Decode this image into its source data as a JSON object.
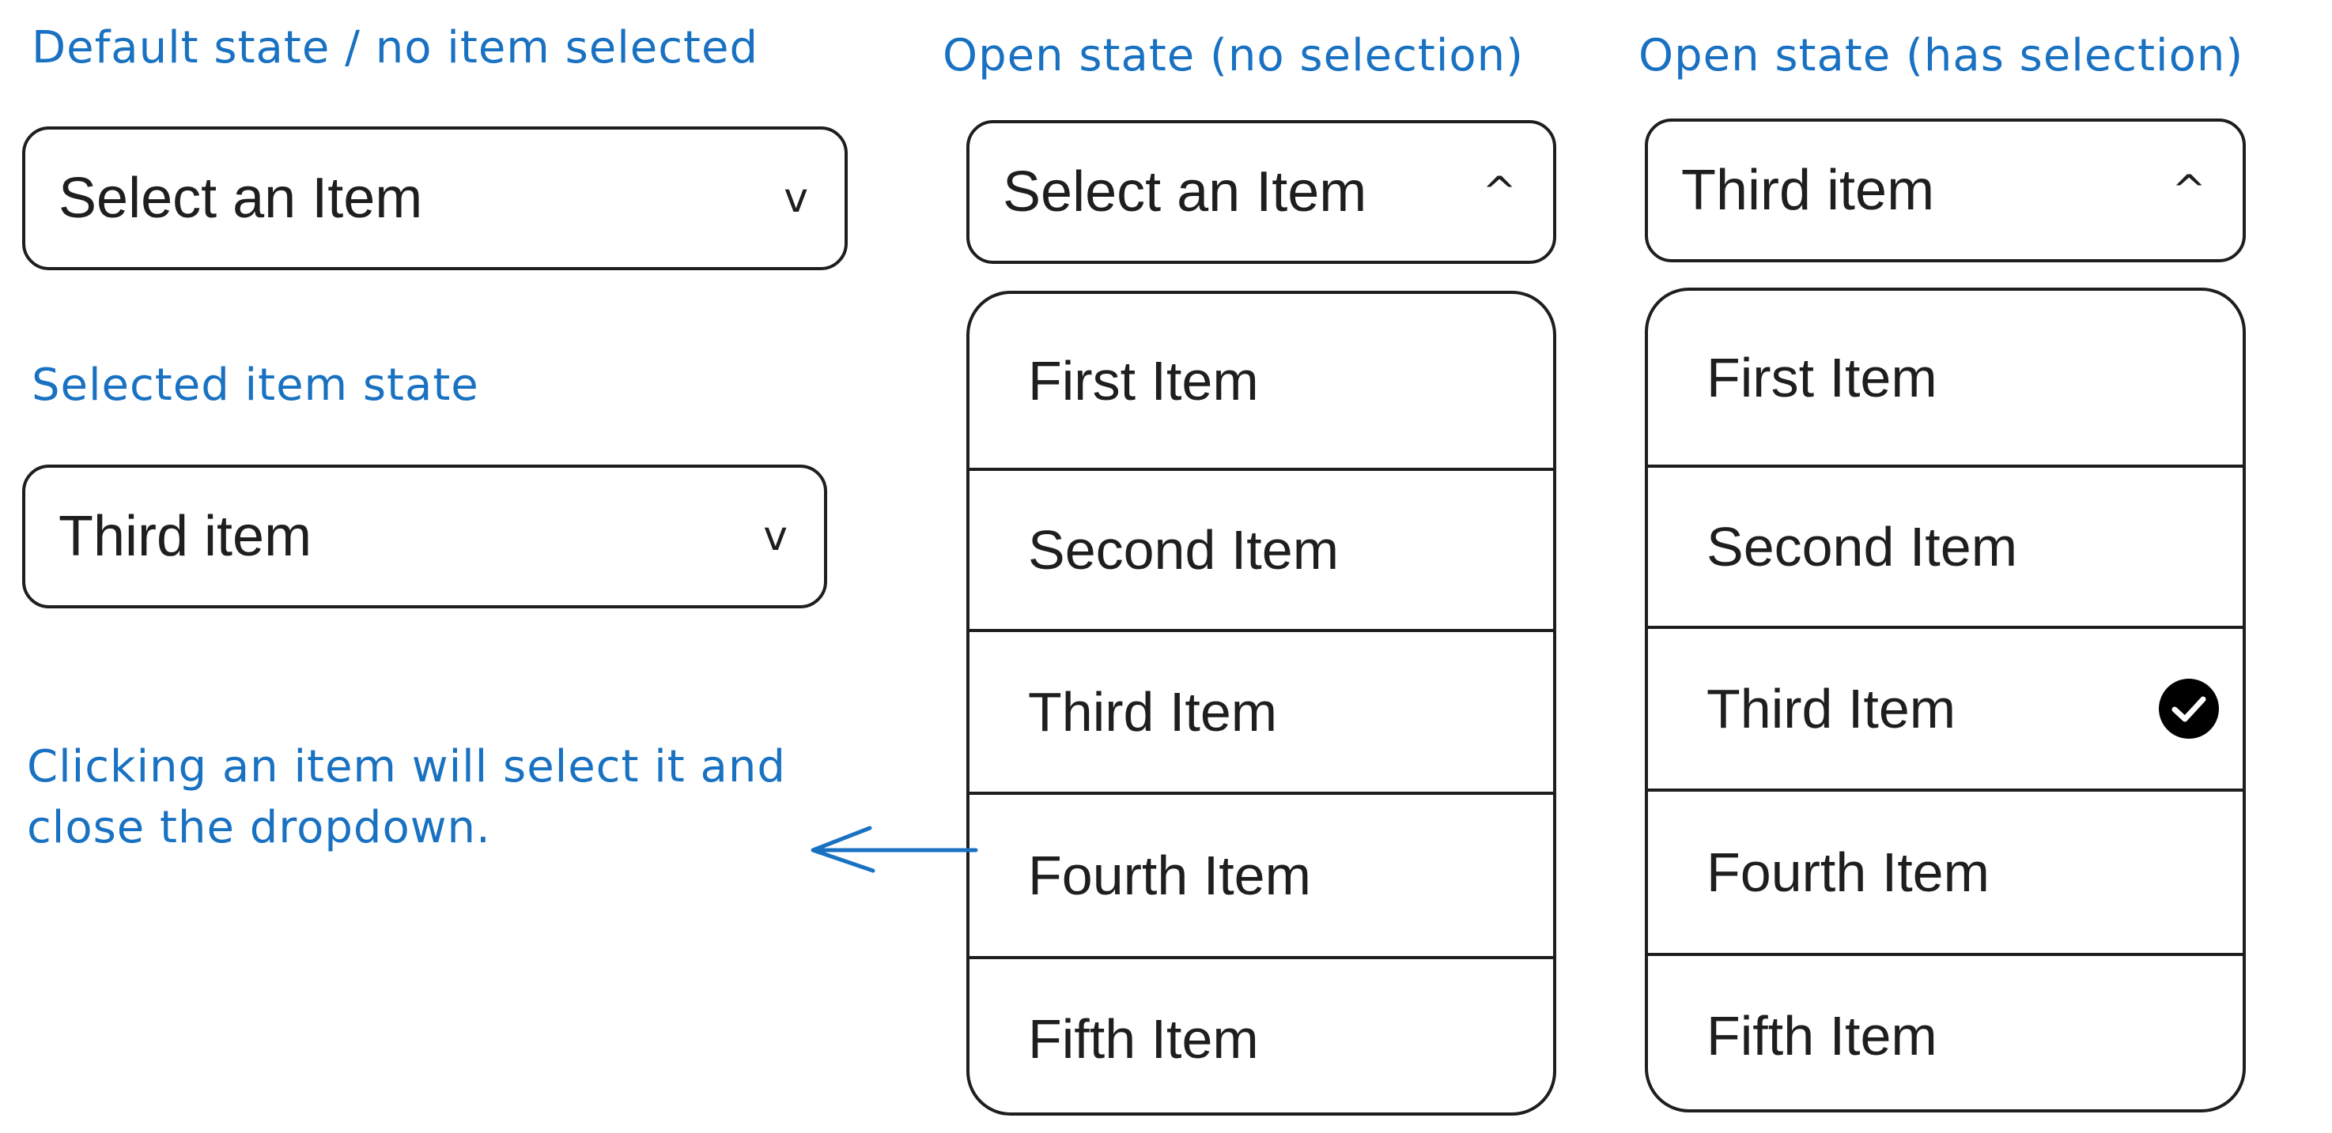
{
  "notes": {
    "default_state": "Default state / no item selected",
    "open_no_selection": "Open state (no selection)",
    "open_has_selection": "Open state (has selection)",
    "selected_item_state": "Selected item state",
    "click_hint_line1": "Clicking an item will select it and",
    "click_hint_line2": "close the dropdown."
  },
  "dropdowns": {
    "default": {
      "value": "Select an Item",
      "chevron": "v"
    },
    "selected": {
      "value": "Third item",
      "chevron": "v"
    },
    "open_none": {
      "value": "Select an Item",
      "chevron": "^"
    },
    "open_selected": {
      "value": "Third item",
      "chevron": "^"
    }
  },
  "items": [
    "First Item",
    "Second Item",
    "Third Item",
    "Fourth Item",
    "Fifth Item"
  ],
  "selected_index": 2,
  "colors": {
    "annotation": "#1971c2",
    "stroke": "#1e1e1e",
    "check_bg": "#000000"
  },
  "icons": {
    "closed": "chevron-down-icon",
    "open": "chevron-up-icon",
    "selected": "check-circle-icon"
  }
}
